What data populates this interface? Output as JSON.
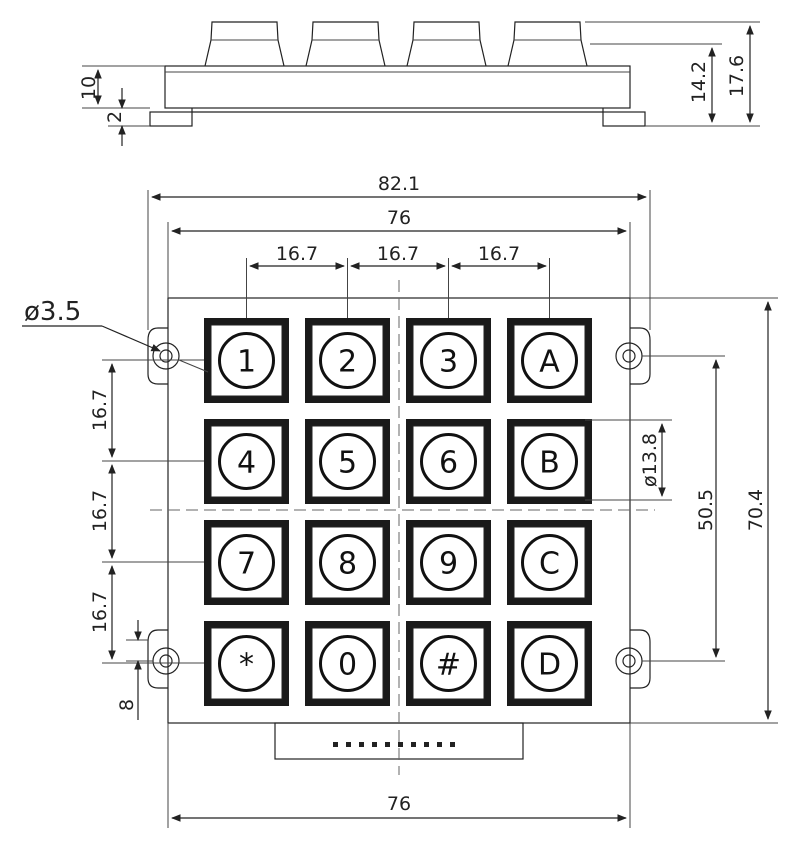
{
  "dimensions": {
    "overall_width": "82.1",
    "body_width": "76",
    "bottom_width": "76",
    "key_pitch_1": "16.7",
    "key_pitch_2": "16.7",
    "key_pitch_3": "16.7",
    "row_pitch_1": "16.7",
    "row_pitch_2": "16.7",
    "row_pitch_3": "16.7",
    "hole_diameter": "ø3.5",
    "key_diameter": "ø13.8",
    "hole_spacing_vertical": "50.5",
    "overall_height": "70.4",
    "side_body_height": "10",
    "side_base_height": "2",
    "side_mid_height": "14.2",
    "side_total_height": "17.6",
    "hole_offset": "8"
  },
  "keys": [
    "1",
    "2",
    "3",
    "A",
    "4",
    "5",
    "6",
    "B",
    "7",
    "8",
    "9",
    "C",
    "*",
    "0",
    "#",
    "D"
  ]
}
